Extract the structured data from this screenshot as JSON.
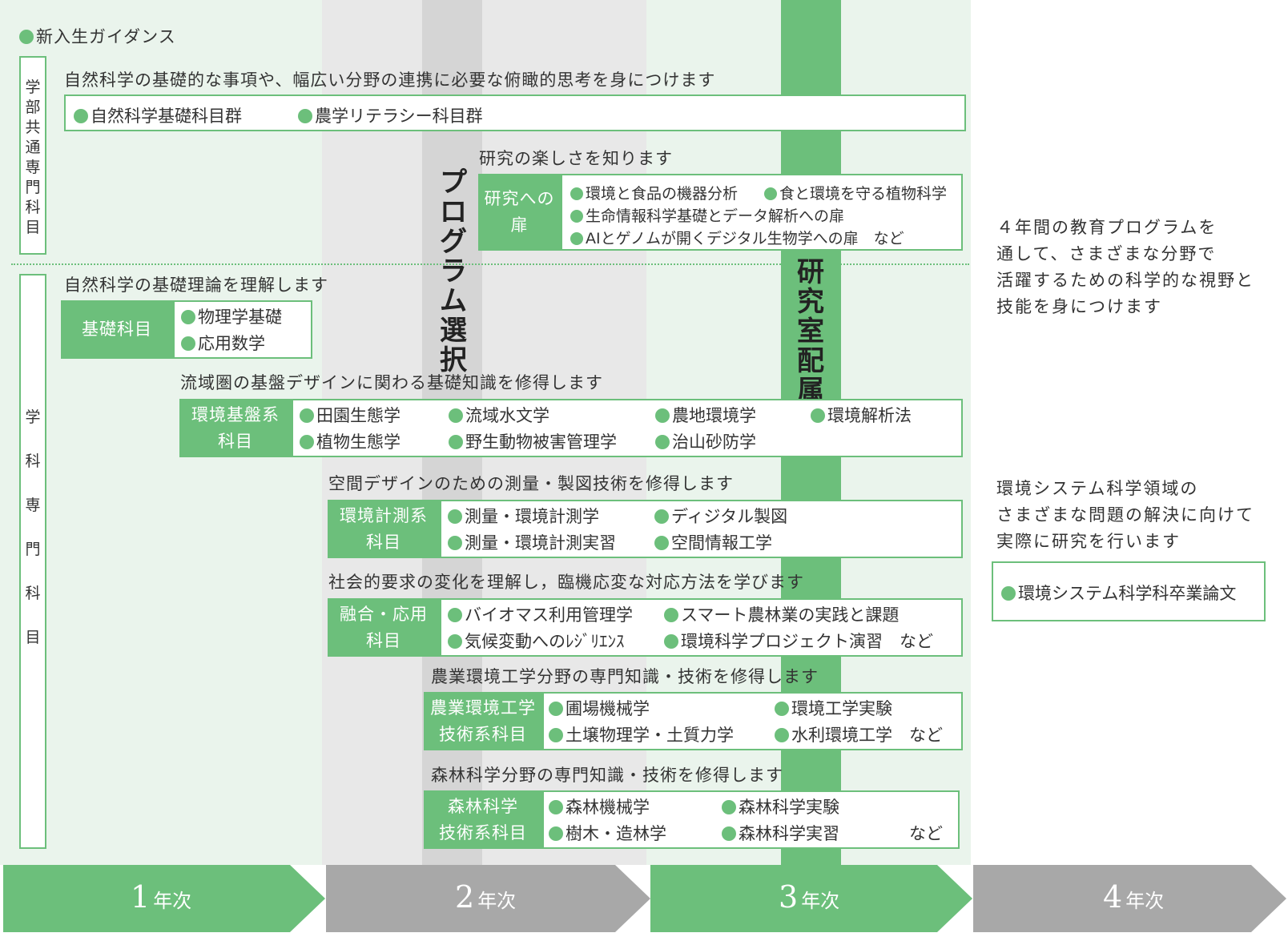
{
  "colors": {
    "green": "#6cbf7b",
    "light_green": "#eaf4ec",
    "gray_band": "#e8e8e8",
    "gray_col": "#d5d5d5",
    "gray_arrow": "#a8a8a8"
  },
  "guidance": "新入生ガイダンス",
  "faculty_common": {
    "side_label": [
      "学",
      "部",
      "共",
      "通",
      "専",
      "門",
      "科",
      "目"
    ],
    "desc": "自然科学の基礎的な事項や、幅広い分野の連携に必要な俯瞰的思考を身につけます",
    "items": [
      "自然科学基礎科目群",
      "農学リテラシー科目群"
    ]
  },
  "research_door": {
    "desc": "研究の楽しさを知ります",
    "category": [
      "研究への",
      "扉"
    ],
    "items": [
      "環境と食品の機器分析",
      "食と環境を守る植物科学",
      "生命情報科学基礎とデータ解析への扉",
      "AIとゲノムが開くデジタル生物学への扉　など"
    ]
  },
  "program_select": [
    "プ",
    "ロ",
    "グ",
    "ラ",
    "ム",
    "選",
    "択"
  ],
  "lab_assign": [
    "研",
    "究",
    "室",
    "配",
    "属"
  ],
  "dept_specialized": {
    "side_label": [
      "学",
      "科",
      "専",
      "門",
      "科",
      "目"
    ],
    "basic": {
      "desc": "自然科学の基礎理論を理解します",
      "category": "基礎科目",
      "items": [
        "物理学基礎",
        "応用数学"
      ]
    },
    "env_base": {
      "desc": "流域圏の基盤デザインに関わる基礎知識を修得します",
      "category": [
        "環境基盤系",
        "科目"
      ],
      "items": [
        "田園生態学",
        "流域水文学",
        "農地環境学",
        "環境解析法",
        "植物生態学",
        "野生動物被害管理学",
        "治山砂防学"
      ]
    },
    "env_measure": {
      "desc": "空間デザインのための測量・製図技術を修得します",
      "category": [
        "環境計測系",
        "科目"
      ],
      "items": [
        "測量・環境計測学",
        "ディジタル製図",
        "測量・環境計測実習",
        "空間情報工学"
      ]
    },
    "fusion": {
      "desc": "社会的要求の変化を理解し，臨機応変な対応方法を学びます",
      "category": [
        "融合・応用",
        "科目"
      ],
      "items": [
        "バイオマス利用管理学",
        "スマート農林業の実践と課題",
        "気候変動へのﾚｼﾞﾘｴﾝｽ",
        "環境科学プロジェクト演習　など"
      ]
    },
    "agri_eng": {
      "desc": "農業環境工学分野の専門知識・技術を修得します",
      "category": [
        "農業環境工学",
        "技術系科目"
      ],
      "items": [
        "圃場機械学",
        "環境工学実験",
        "土壌物理学・土質力学",
        "水利環境工学　など"
      ]
    },
    "forest": {
      "desc": "森林科学分野の専門知識・技術を修得します",
      "category": [
        "森林科学",
        "技術系科目"
      ],
      "items": [
        "森林機械学",
        "森林科学実験",
        "樹木・造林学",
        "森林科学実習",
        "など"
      ]
    }
  },
  "right": {
    "summary": [
      "４年間の教育プログラムを",
      "通して、さまざまな分野で",
      "活躍するための科学的な視野と",
      "技能を身につけます"
    ],
    "research": [
      "環境システム科学領域の",
      "さまざまな問題の解決に向けて",
      "実際に研究を行います"
    ],
    "thesis": "環境システム科学科卒業論文"
  },
  "years": [
    {
      "num": "1",
      "suffix": "年次"
    },
    {
      "num": "2",
      "suffix": "年次"
    },
    {
      "num": "3",
      "suffix": "年次"
    },
    {
      "num": "4",
      "suffix": "年次"
    }
  ]
}
